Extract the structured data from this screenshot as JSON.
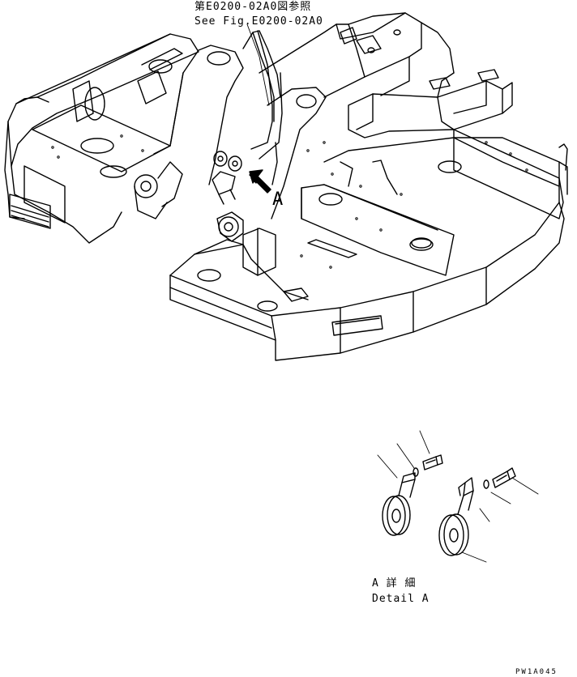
{
  "reference": {
    "japanese": "第E0200-02A0図参照",
    "english": "See Fig.E0200-02A0"
  },
  "callout": {
    "letter": "A"
  },
  "detail": {
    "japanese": "A 詳 細",
    "english": "Detail A"
  },
  "drawing_code": "PW1A045"
}
